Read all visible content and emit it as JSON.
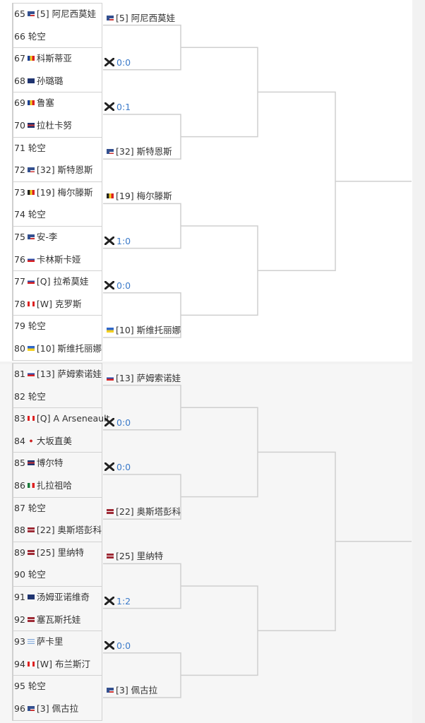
{
  "halves": [
    {
      "entries": [
        {
          "no": "65",
          "flag": "us",
          "name": "[5] 阿尼西莫娃"
        },
        {
          "no": "66",
          "flag": "",
          "name": "轮空"
        },
        {
          "no": "67",
          "flag": "ro",
          "name": "科斯蒂亚"
        },
        {
          "no": "68",
          "flag": "nz",
          "name": "孙璐璐"
        },
        {
          "no": "69",
          "flag": "ro",
          "name": "鲁塞"
        },
        {
          "no": "70",
          "flag": "gb",
          "name": "拉杜卡努"
        },
        {
          "no": "71",
          "flag": "",
          "name": "轮空"
        },
        {
          "no": "72",
          "flag": "us",
          "name": "[32] 斯特恩斯"
        },
        {
          "no": "73",
          "flag": "be",
          "name": "[19] 梅尔滕斯"
        },
        {
          "no": "74",
          "flag": "",
          "name": "轮空"
        },
        {
          "no": "75",
          "flag": "us",
          "name": "安-李"
        },
        {
          "no": "76",
          "flag": "ru",
          "name": "卡林斯卡娅"
        },
        {
          "no": "77",
          "flag": "ru",
          "name": "[Q] 拉希莫娃"
        },
        {
          "no": "78",
          "flag": "ca",
          "name": "[W] 克罗斯"
        },
        {
          "no": "79",
          "flag": "",
          "name": "轮空"
        },
        {
          "no": "80",
          "flag": "ua",
          "name": "[10] 斯维托丽娜"
        }
      ],
      "round2": [
        {
          "type": "player",
          "flag": "us",
          "text": "[5] 阿尼西莫娃"
        },
        {
          "type": "score",
          "text": "0:0"
        },
        {
          "type": "score",
          "text": "0:1"
        },
        {
          "type": "player",
          "flag": "us",
          "text": "[32] 斯特恩斯"
        },
        {
          "type": "player",
          "flag": "be",
          "text": "[19] 梅尔滕斯"
        },
        {
          "type": "score",
          "text": "1:0"
        },
        {
          "type": "score",
          "text": "0:0"
        },
        {
          "type": "player",
          "flag": "ua",
          "text": "[10] 斯维托丽娜"
        }
      ]
    },
    {
      "entries": [
        {
          "no": "81",
          "flag": "ru",
          "name": "[13] 萨姆索诺娃"
        },
        {
          "no": "82",
          "flag": "",
          "name": "轮空"
        },
        {
          "no": "83",
          "flag": "ca",
          "name": "[Q] A Arseneault"
        },
        {
          "no": "84",
          "flag": "jp",
          "name": "大坂直美"
        },
        {
          "no": "85",
          "flag": "gb",
          "name": "博尔特"
        },
        {
          "no": "86",
          "flag": "mx",
          "name": "扎拉祖哈"
        },
        {
          "no": "87",
          "flag": "",
          "name": "轮空"
        },
        {
          "no": "88",
          "flag": "lv",
          "name": "[22] 奥斯塔彭科"
        },
        {
          "no": "89",
          "flag": "lv",
          "name": "[25] 里纳特"
        },
        {
          "no": "90",
          "flag": "",
          "name": "轮空"
        },
        {
          "no": "91",
          "flag": "au",
          "name": "汤姆亚诺维奇"
        },
        {
          "no": "92",
          "flag": "lv",
          "name": "塞瓦斯托娃"
        },
        {
          "no": "93",
          "flag": "gr",
          "name": "萨卡里"
        },
        {
          "no": "94",
          "flag": "ca",
          "name": "[W] 布兰斯汀"
        },
        {
          "no": "95",
          "flag": "",
          "name": "轮空"
        },
        {
          "no": "96",
          "flag": "us",
          "name": "[3] 佩古拉"
        }
      ],
      "round2": [
        {
          "type": "player",
          "flag": "ru",
          "text": "[13] 萨姆索诺娃"
        },
        {
          "type": "score",
          "text": "0:0"
        },
        {
          "type": "score",
          "text": "0:0"
        },
        {
          "type": "player",
          "flag": "lv",
          "text": "[22] 奥斯塔彭科"
        },
        {
          "type": "player",
          "flag": "lv",
          "text": "[25] 里纳特"
        },
        {
          "type": "score",
          "text": "1:2"
        },
        {
          "type": "score",
          "text": "0:0"
        },
        {
          "type": "player",
          "flag": "us",
          "text": "[3] 佩古拉"
        }
      ]
    }
  ],
  "colors": {
    "line": "#cfcfcf",
    "score": "#3b7ac9"
  }
}
